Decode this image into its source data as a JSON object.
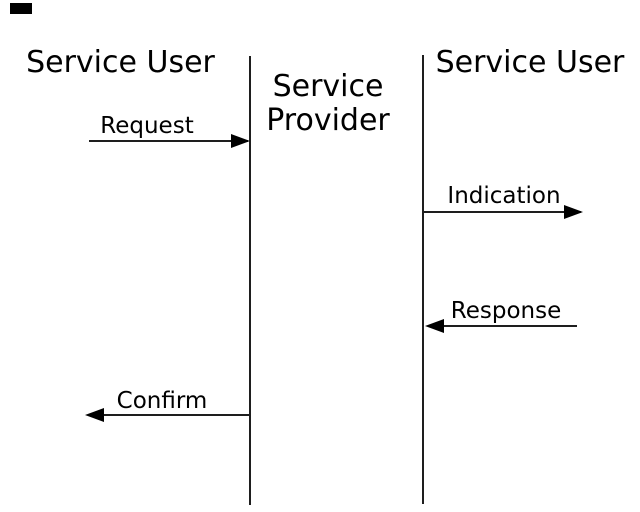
{
  "actors": {
    "left": {
      "label": "Service User"
    },
    "middle": {
      "line1": "Service",
      "line2": "Provider"
    },
    "right": {
      "label": "Service User"
    }
  },
  "messages": {
    "request": {
      "label": "Request",
      "direction": "right",
      "from": "left-service-user",
      "to": "service-provider"
    },
    "indication": {
      "label": "Indication",
      "direction": "right",
      "from": "service-provider",
      "to": "right-service-user"
    },
    "response": {
      "label": "Response",
      "direction": "left",
      "from": "right-service-user",
      "to": "service-provider"
    },
    "confirm": {
      "label": "Confirm",
      "direction": "left",
      "from": "service-provider",
      "to": "left-service-user"
    }
  },
  "colors": {
    "background": "#ffffff",
    "ink": "#000000"
  }
}
